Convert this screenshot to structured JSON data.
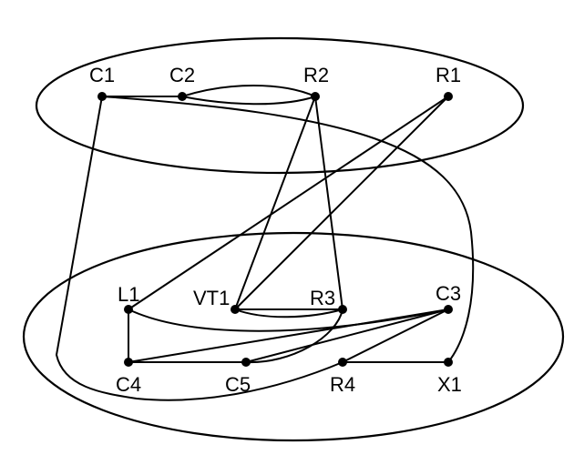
{
  "diagram": {
    "groups": [
      {
        "id": "upper",
        "members": [
          "C1",
          "C2",
          "R2",
          "R1"
        ]
      },
      {
        "id": "lower",
        "members": [
          "L1",
          "VT1",
          "R3",
          "C3",
          "C4",
          "C5",
          "R4",
          "X1"
        ]
      }
    ],
    "nodes": [
      {
        "id": "C1",
        "label": "C1"
      },
      {
        "id": "C2",
        "label": "C2"
      },
      {
        "id": "R2",
        "label": "R2"
      },
      {
        "id": "R1",
        "label": "R1"
      },
      {
        "id": "L1",
        "label": "L1"
      },
      {
        "id": "VT1",
        "label": "VT1"
      },
      {
        "id": "R3",
        "label": "R3"
      },
      {
        "id": "C3",
        "label": "C3"
      },
      {
        "id": "C4",
        "label": "C4"
      },
      {
        "id": "C5",
        "label": "C5"
      },
      {
        "id": "R4",
        "label": "R4"
      },
      {
        "id": "X1",
        "label": "X1"
      }
    ],
    "edges": [
      {
        "from": "C1",
        "to": "C2"
      },
      {
        "from": "C2",
        "to": "R2"
      },
      {
        "from": "C2",
        "to": "R2"
      },
      {
        "from": "C1",
        "to": "X1"
      },
      {
        "from": "C1",
        "to": "R4"
      },
      {
        "from": "R2",
        "to": "VT1"
      },
      {
        "from": "R2",
        "to": "R3"
      },
      {
        "from": "R1",
        "to": "L1"
      },
      {
        "from": "R1",
        "to": "VT1"
      },
      {
        "from": "VT1",
        "to": "R3"
      },
      {
        "from": "VT1",
        "to": "C5"
      },
      {
        "from": "L1",
        "to": "C4"
      },
      {
        "from": "L1",
        "to": "C3"
      },
      {
        "from": "C4",
        "to": "C5"
      },
      {
        "from": "C4",
        "to": "C3"
      },
      {
        "from": "C5",
        "to": "C3"
      },
      {
        "from": "R4",
        "to": "X1"
      },
      {
        "from": "R4",
        "to": "C3"
      }
    ]
  }
}
